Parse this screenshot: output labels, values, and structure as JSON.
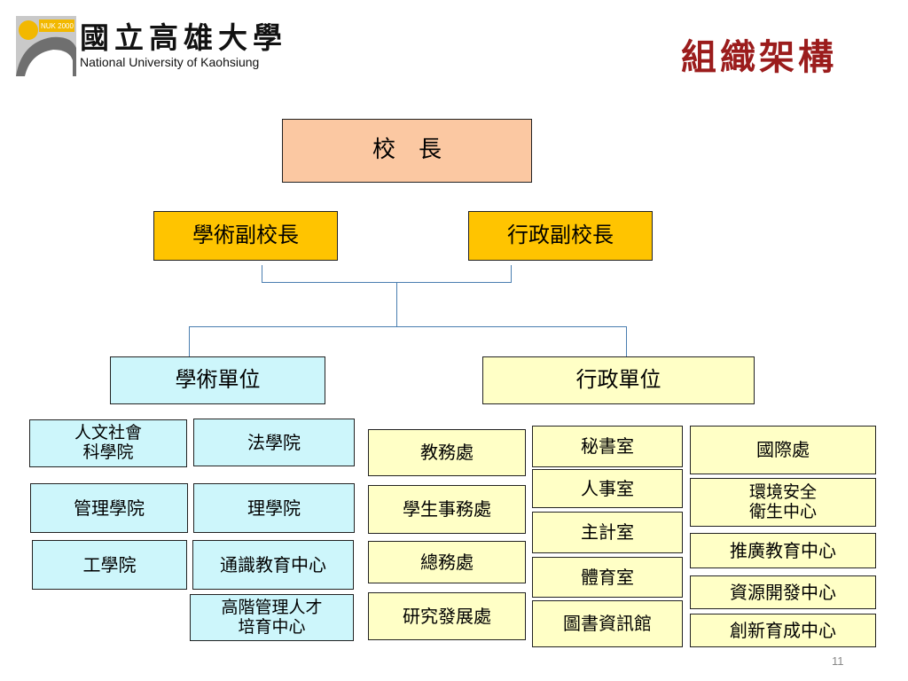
{
  "header": {
    "logo_cn": "國立高雄大學",
    "logo_en": "National University of Kaohsiung",
    "logo_badge": "NUK 2000",
    "title": "組織架構"
  },
  "org": {
    "president": "校　長",
    "vp_academic": "學術副校長",
    "vp_admin": "行政副校長",
    "academic_units": "學術單位",
    "admin_units": "行政單位",
    "colleges": {
      "humanities_line1": "人文社會",
      "humanities_line2": "科學院",
      "law": "法學院",
      "management": "管理學院",
      "science": "理學院",
      "engineering": "工學院",
      "general_ed": "通識教育中心",
      "exec_line1": "高階管理人才",
      "exec_line2": "培育中心"
    },
    "admin_col1": [
      "教務處",
      "學生事務處",
      "總務處",
      "研究發展處"
    ],
    "admin_col2": [
      "秘書室",
      "人事室",
      "主計室",
      "體育室",
      "圖書資訊館"
    ],
    "admin_col3": {
      "intl": "國際處",
      "env_line1": "環境安全",
      "env_line2": "衛生中心",
      "extension": "推廣教育中心",
      "resources": "資源開發中心",
      "incubation": "創新育成中心"
    }
  },
  "footer": {
    "page_number": "11"
  },
  "colors": {
    "title": "#9b1c1c",
    "connector": "#4a7eb0",
    "president_fill": "#fbc8a2",
    "vp_fill": "#ffc400",
    "academic_fill": "#cdf6fb",
    "admin_fill": "#ffffc6"
  }
}
